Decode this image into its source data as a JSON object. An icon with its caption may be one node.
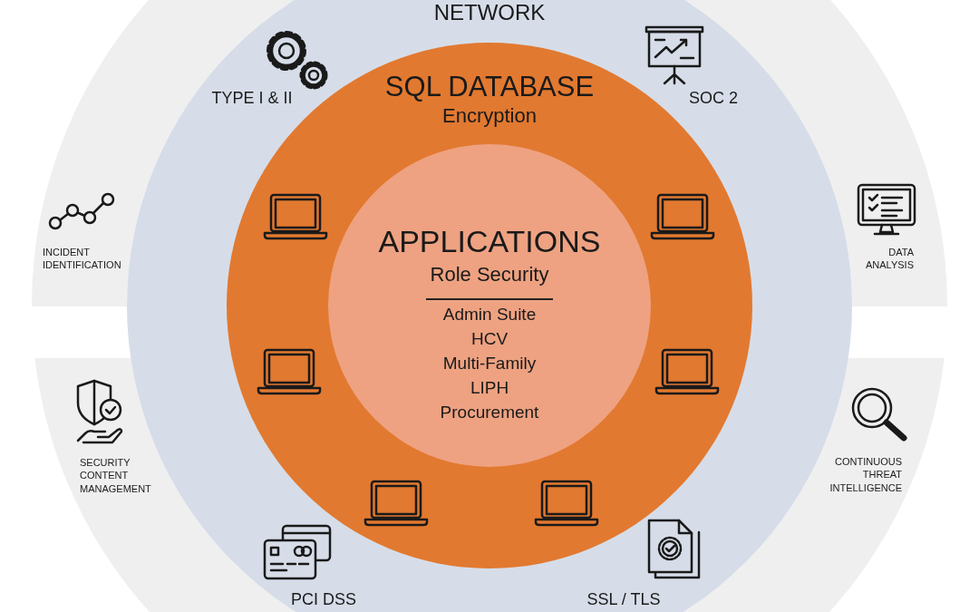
{
  "diagram": {
    "nodes": [
      {
        "text": [],
        "shape": "arc"
      },
      {
        "text": [],
        "shape": "arc"
      },
      {
        "text": [
          "NETWORK"
        ]
      },
      {
        "text": [
          "SQL DATABASE",
          "Encryption"
        ],
        "in": 2
      },
      {
        "text": [
          "APPLICATIONS",
          "Role Security",
          "Admin Suite",
          "HCV",
          "Multi-Family",
          "LIPH",
          "Procurement"
        ],
        "in": 3
      }
    ],
    "edges": [],
    "labels": [
      "TYPE I & II",
      "SOC 2",
      "INCIDENT IDENTIFICATION",
      "DATA ANALYSIS",
      "SECURITY CONTENT MANAGEMENT",
      "CONTINUOUS THREAT INTELLIGENCE",
      "PCI DSS",
      "SSL / TLS"
    ]
  }
}
